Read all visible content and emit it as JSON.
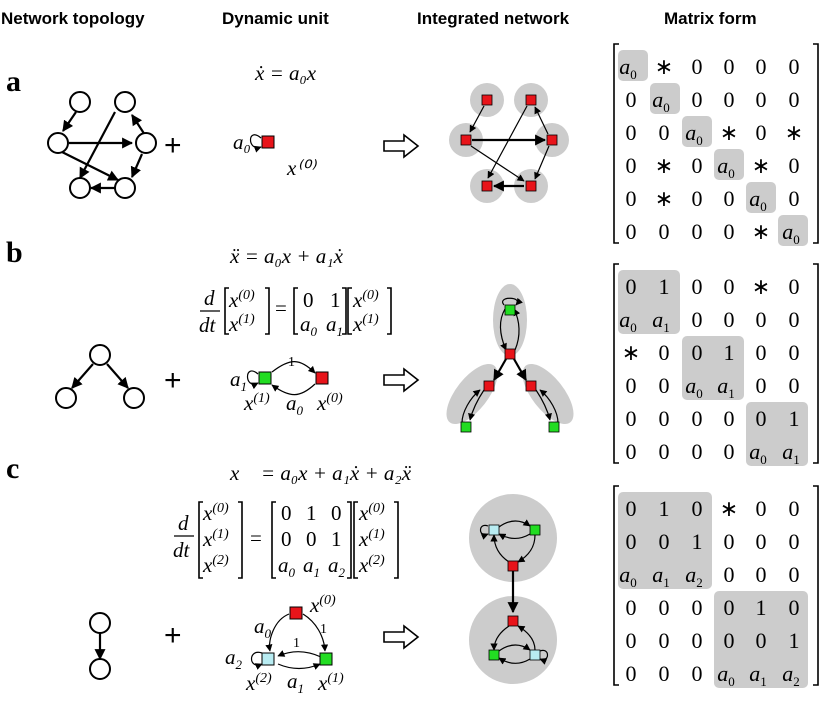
{
  "headers": {
    "topology": "Network topology",
    "unit": "Dynamic unit",
    "integrated": "Integrated network",
    "matrix": "Matrix form"
  },
  "panels": [
    {
      "label": "a",
      "equation": "ẋ = a₀x",
      "unit_coeff": "a₀",
      "unit_var": "x⁽⁰⁾"
    },
    {
      "label": "b",
      "equation": "ẍ = a₀x + a₁ẋ",
      "edge_label_top": "1",
      "edge_label_bottom": "a₀"
    },
    {
      "label": "c",
      "equation": "x⃛ = a₀x + a₁ẋ + a₂ẍ",
      "edge_label": "1"
    }
  ],
  "symbols": {
    "plus": "+",
    "arrow": "hollow-right-arrow-icon",
    "star": "∗",
    "zero": "0",
    "one": "1"
  },
  "matrices": {
    "a": [
      [
        "a0",
        "*",
        "0",
        "0",
        "0",
        "0"
      ],
      [
        "0",
        "a0",
        "0",
        "0",
        "0",
        "0"
      ],
      [
        "0",
        "0",
        "a0",
        "*",
        "0",
        "*"
      ],
      [
        "0",
        "*",
        "0",
        "a0",
        "*",
        "0"
      ],
      [
        "0",
        "*",
        "0",
        "0",
        "a0",
        "0"
      ],
      [
        "0",
        "0",
        "0",
        "0",
        "*",
        "a0"
      ]
    ],
    "b": [
      [
        "0",
        "1",
        "0",
        "0",
        "*",
        "0"
      ],
      [
        "a0",
        "a1",
        "0",
        "0",
        "0",
        "0"
      ],
      [
        "*",
        "0",
        "0",
        "1",
        "0",
        "0"
      ],
      [
        "0",
        "0",
        "a0",
        "a1",
        "0",
        "0"
      ],
      [
        "0",
        "0",
        "0",
        "0",
        "0",
        "1"
      ],
      [
        "0",
        "0",
        "0",
        "0",
        "a0",
        "a1"
      ]
    ],
    "c": [
      [
        "0",
        "1",
        "0",
        "*",
        "0",
        "0"
      ],
      [
        "0",
        "0",
        "1",
        "0",
        "0",
        "0"
      ],
      [
        "a0",
        "a1",
        "a2",
        "0",
        "0",
        "0"
      ],
      [
        "0",
        "0",
        "0",
        "0",
        "1",
        "0"
      ],
      [
        "0",
        "0",
        "0",
        "0",
        "0",
        "1"
      ],
      [
        "0",
        "0",
        "0",
        "a0",
        "a1",
        "a2"
      ]
    ]
  },
  "colors": {
    "red_unit": "#e8141a",
    "green_unit": "#22dd22",
    "cyan_unit": "#b8ecf2",
    "highlight": "#cccccc"
  }
}
